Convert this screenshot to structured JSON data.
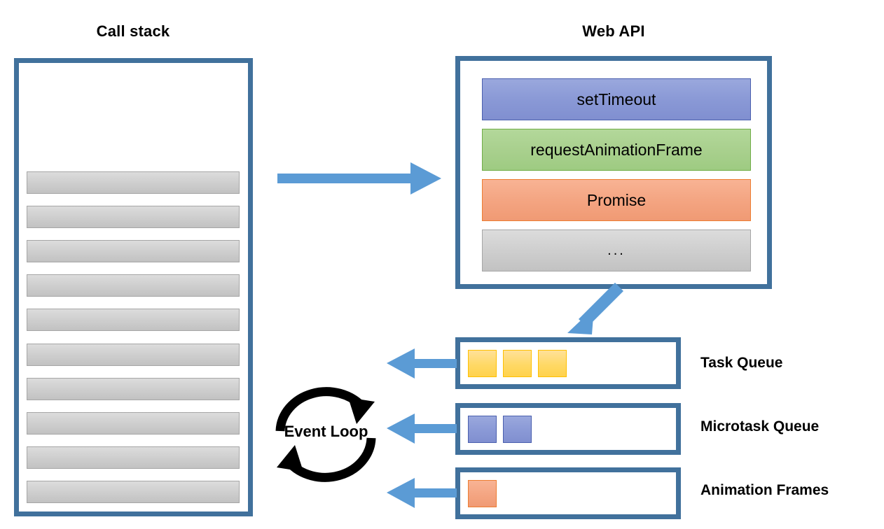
{
  "titles": {
    "call_stack": "Call stack",
    "web_api": "Web API"
  },
  "call_stack": {
    "frame_count": 10,
    "frames": [
      "",
      "",
      "",
      "",
      "",
      "",
      "",
      "",
      "",
      ""
    ]
  },
  "web_api": {
    "items": [
      {
        "label": "setTimeout",
        "color_name": "blue",
        "fill": "#8a99d6",
        "stroke": "#4a5fae"
      },
      {
        "label": "requestAnimationFrame",
        "color_name": "green",
        "fill": "#a9d08e",
        "stroke": "#70ad47"
      },
      {
        "label": "Promise",
        "color_name": "orange",
        "fill": "#f4a582",
        "stroke": "#ed7d31"
      },
      {
        "label": "...",
        "color_name": "gray",
        "fill": "#d0d0d0",
        "stroke": "#a6a6a6"
      }
    ]
  },
  "queues": [
    {
      "id": "task-queue",
      "label": "Task Queue",
      "item_count": 3,
      "item_color_name": "yellow",
      "item_fill": "#ffd966",
      "item_stroke": "#ffc000",
      "items": [
        "",
        "",
        ""
      ]
    },
    {
      "id": "microtask-queue",
      "label": "Microtask Queue",
      "item_count": 2,
      "item_color_name": "periwinkle",
      "item_fill": "#8a99d6",
      "item_stroke": "#4a5fae",
      "items": [
        "",
        ""
      ]
    },
    {
      "id": "animation-frames",
      "label": "Animation Frames",
      "item_count": 1,
      "item_color_name": "orange",
      "item_fill": "#f4a582",
      "item_stroke": "#ed7d31",
      "items": [
        ""
      ]
    }
  ],
  "event_loop": {
    "label": "Event Loop",
    "icon": "circular-refresh-arrows-icon",
    "icon_color": "#000000"
  },
  "arrows": [
    {
      "name": "call-stack-to-web-api",
      "direction": "right",
      "color": "#5b9bd5"
    },
    {
      "name": "web-api-to-task-queue",
      "direction": "down-left",
      "color": "#5b9bd5"
    },
    {
      "name": "task-queue-to-event-loop",
      "direction": "left",
      "color": "#5b9bd5"
    },
    {
      "name": "microtask-queue-to-event-loop",
      "direction": "left",
      "color": "#5b9bd5"
    },
    {
      "name": "animation-frames-to-event-loop",
      "direction": "left",
      "color": "#5b9bd5"
    }
  ],
  "colors": {
    "box_border": "#41719c",
    "arrow": "#5b9bd5",
    "background": "#ffffff",
    "text": "#000000"
  }
}
